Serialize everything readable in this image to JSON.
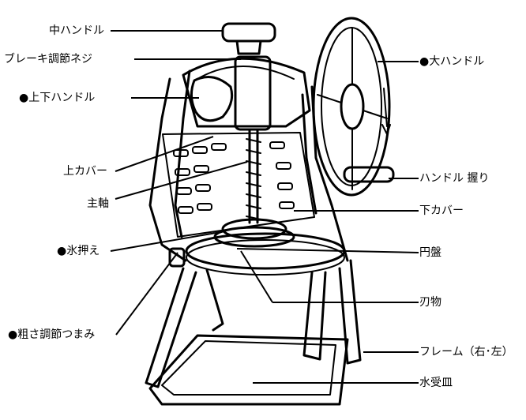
{
  "labels": {
    "naka_handle": "中ハンドル",
    "brake_screw": "ブレーキ調節ネジ",
    "upper_lower_handle": "●上下ハンドル",
    "upper_cover": "上カバー",
    "main_shaft": "主軸",
    "ice_presser": "●氷押え",
    "coarseness_knob": "●粗さ調節つまみ",
    "big_handle": "●大ハンドル",
    "handle_grip": "ハンドル 握り",
    "lower_cover": "下カバー",
    "disc": "円盤",
    "blade": "刃物",
    "frame": "フレーム（右･左）",
    "water_tray": "水受皿"
  }
}
